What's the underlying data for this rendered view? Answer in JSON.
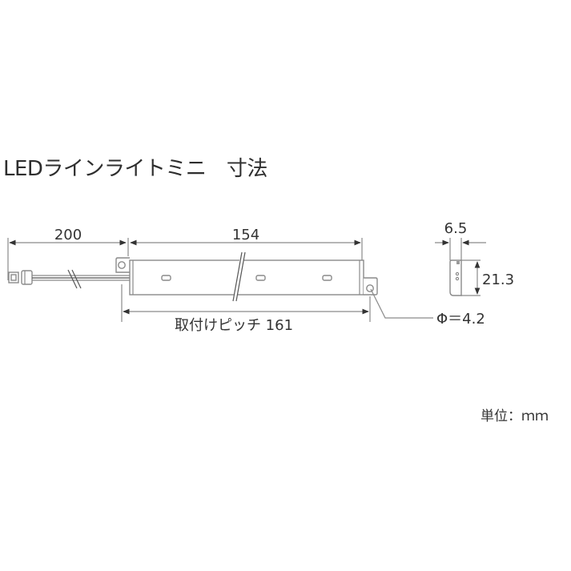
{
  "title": "LEDラインライトミニ　寸法",
  "drawing": {
    "front_view": {
      "cable_length_label": "200",
      "body_length_label": "154",
      "mounting_pitch_label": "取付けピッチ 161",
      "hole_diameter_label": "Φ＝4.2"
    },
    "side_view": {
      "width_label": "6.5",
      "height_label": "21.3"
    }
  },
  "unit_label": "単位：ｍｍ",
  "colors": {
    "line": "#8a8a8a",
    "text": "#333333",
    "background": "#ffffff"
  }
}
